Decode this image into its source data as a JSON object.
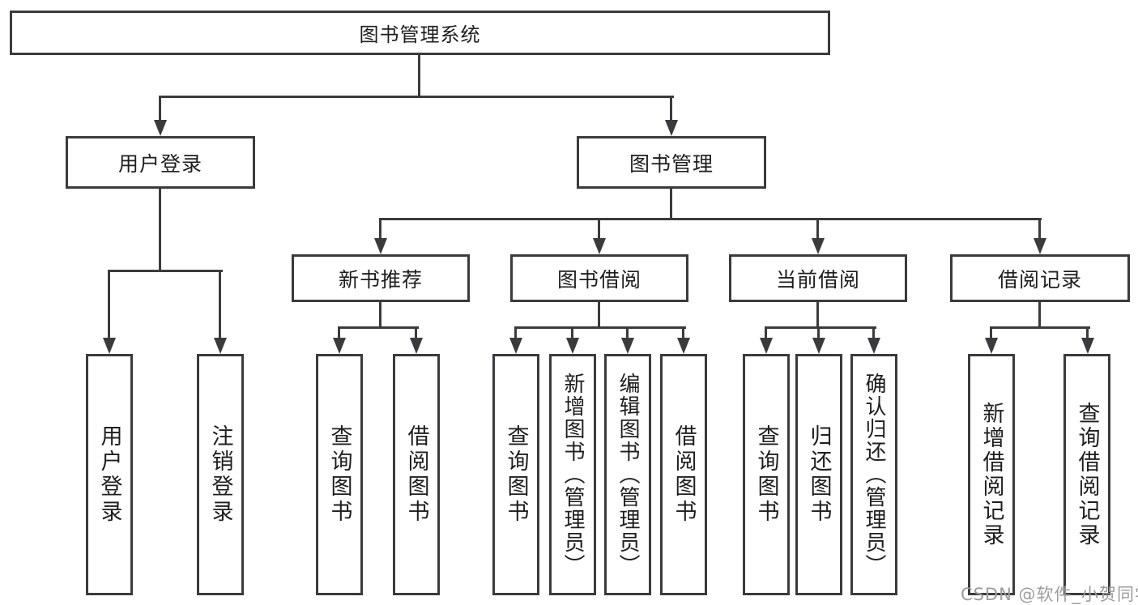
{
  "diagram": {
    "root": {
      "label": "图书管理系统"
    },
    "branches": [
      {
        "label": "用户登录",
        "children": [
          {
            "label": "用户登录"
          },
          {
            "label": "注销登录"
          }
        ]
      },
      {
        "label": "图书管理",
        "children": [
          {
            "label": "新书推荐",
            "children": [
              {
                "label": "查询图书"
              },
              {
                "label": "借阅图书"
              }
            ]
          },
          {
            "label": "图书借阅",
            "children": [
              {
                "label": "查询图书"
              },
              {
                "label": "新增图书（管理员）"
              },
              {
                "label": "编辑图书（管理员）"
              },
              {
                "label": "借阅图书"
              }
            ]
          },
          {
            "label": "当前借阅",
            "children": [
              {
                "label": "查询图书"
              },
              {
                "label": "归还图书"
              },
              {
                "label": "确认归还（管理员）"
              }
            ]
          },
          {
            "label": "借阅记录",
            "children": [
              {
                "label": "新增借阅记录"
              },
              {
                "label": "查询借阅记录"
              }
            ]
          }
        ]
      }
    ]
  },
  "watermark": {
    "text": "CSDN @软件_小贺同学"
  },
  "colors": {
    "line": "#3b3b3d",
    "text": "#1e1e1e",
    "watermark": "#9c9c9c",
    "background": "#ffffff"
  }
}
